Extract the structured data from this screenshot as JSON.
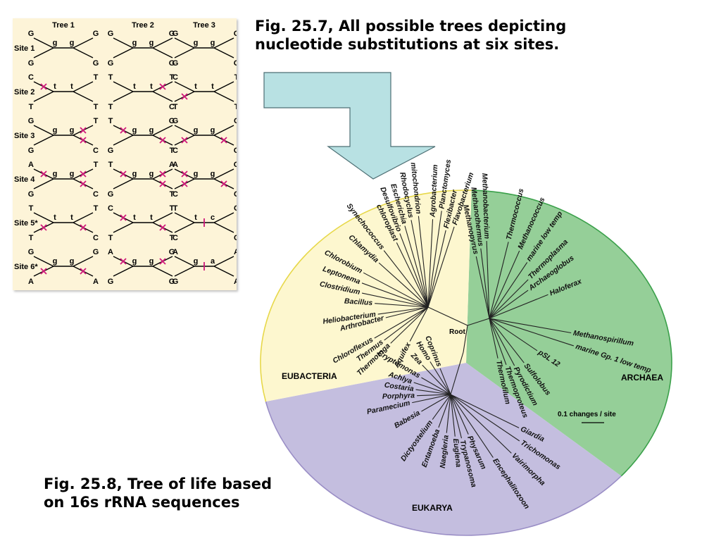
{
  "captions": {
    "fig257_line1": "Fig. 25.7, All possible trees depicting",
    "fig257_line2": "nucleotide substitutions at six sites.",
    "fig258_line1": "Fig. 25.8, Tree of life based",
    "fig258_line2": "on 16s rRNA sequences"
  },
  "tree_table": {
    "headers": [
      "Tree 1",
      "Tree 2",
      "Tree 3"
    ],
    "sites": [
      {
        "label": "Site 1",
        "trees": [
          [
            "G",
            "G",
            "G",
            "G",
            "g",
            "g"
          ],
          [
            "G",
            "G",
            "G",
            "G",
            "g",
            "g"
          ],
          [
            "G",
            "G",
            "G",
            "G",
            "g",
            "g"
          ]
        ]
      },
      {
        "label": "Site 2",
        "trees": [
          [
            "C",
            "T",
            "T",
            "T",
            "t",
            "t"
          ],
          [
            "T",
            "C",
            "T",
            "T",
            "t",
            "t"
          ],
          [
            "T",
            "T",
            "C",
            "T",
            "t",
            "t"
          ]
        ]
      },
      {
        "label": "Site 3",
        "trees": [
          [
            "G",
            "T",
            "G",
            "C",
            "g",
            "g"
          ],
          [
            "T",
            "G",
            "G",
            "C",
            "g",
            "g"
          ],
          [
            "G",
            "C",
            "T",
            "G",
            "g",
            "g"
          ]
        ]
      },
      {
        "label": "Site 4",
        "trees": [
          [
            "A",
            "T",
            "G",
            "C",
            "g",
            "g"
          ],
          [
            "T",
            "A",
            "G",
            "C",
            "g",
            "g"
          ],
          [
            "A",
            "G",
            "T",
            "C",
            "g",
            "g"
          ]
        ]
      },
      {
        "label": "Site 5*",
        "trees": [
          [
            "T",
            "T",
            "T",
            "C",
            "t",
            "t"
          ],
          [
            "C",
            "T",
            "T",
            "C",
            "t",
            "t"
          ],
          [
            "T",
            "C",
            "T",
            "C",
            "t",
            "c"
          ]
        ]
      },
      {
        "label": "Site 6*",
        "trees": [
          [
            "G",
            "G",
            "A",
            "A",
            "g",
            "g"
          ],
          [
            "A",
            "A",
            "G",
            "G",
            "g",
            "g"
          ],
          [
            "G",
            "A",
            "G",
            "A",
            "g",
            "a"
          ]
        ]
      }
    ]
  },
  "tree_of_life": {
    "domains": {
      "eubacteria": "EUBACTERIA",
      "archaea": "ARCHAEA",
      "eukarya": "EUKARYA"
    },
    "colors": {
      "eubacteria": "#fdf7cf",
      "archaea": "#95cf98",
      "eukarya": "#c4bedf",
      "eub_border": "#e7d84a",
      "arc_border": "#3aa04a",
      "euk_border": "#9a8ec6"
    },
    "root_label": "Root",
    "scale_label": "0.1 changes / site",
    "eubacteria_taxa": [
      "Flavobacterium",
      "Flexibacter",
      "Planctomyces",
      "Agrobacterium",
      "mitochondrion",
      "Rhodocyclus",
      "Escherichia",
      "Desulfovibrio",
      "chloroplast",
      "Synechococcus",
      "Chlamydia",
      "Chlorobium",
      "Leptonema",
      "Clostridium",
      "Bacillus",
      "Heliobacterium",
      "Arthrobacter",
      "Chloroflexus",
      "Thermus",
      "Thermotoga",
      "Aquifex"
    ],
    "archaea_taxa": [
      "Methanobacterium",
      "Methanothermus",
      "Methanopyrus",
      "Thermococcus",
      "Methanococcus",
      "marine low temp",
      "Thermoplasma",
      "Archaeoglobus",
      "Haloferax",
      "Methanospirillum",
      "marine Gp. 1 low temp",
      "pSL 12",
      "Sulfolobus",
      "Pyrodictium",
      "Thermoproteus",
      "Thermofilum"
    ],
    "eukarya_taxa": [
      "Coprinus",
      "Homo",
      "Zea",
      "Cryptomonas",
      "Achlya",
      "Costaria",
      "Porphyra",
      "Paramecium",
      "Babesia",
      "Dictyostelium",
      "Entamoeba",
      "Naegleria",
      "Euglena",
      "Trypanosoma",
      "Physarum",
      "Encephalitozoon",
      "Vairimorpha",
      "Trichomonas",
      "Giardia"
    ]
  },
  "arrow": {
    "fill": "#b8e1e3",
    "stroke": "#4d6f74"
  }
}
